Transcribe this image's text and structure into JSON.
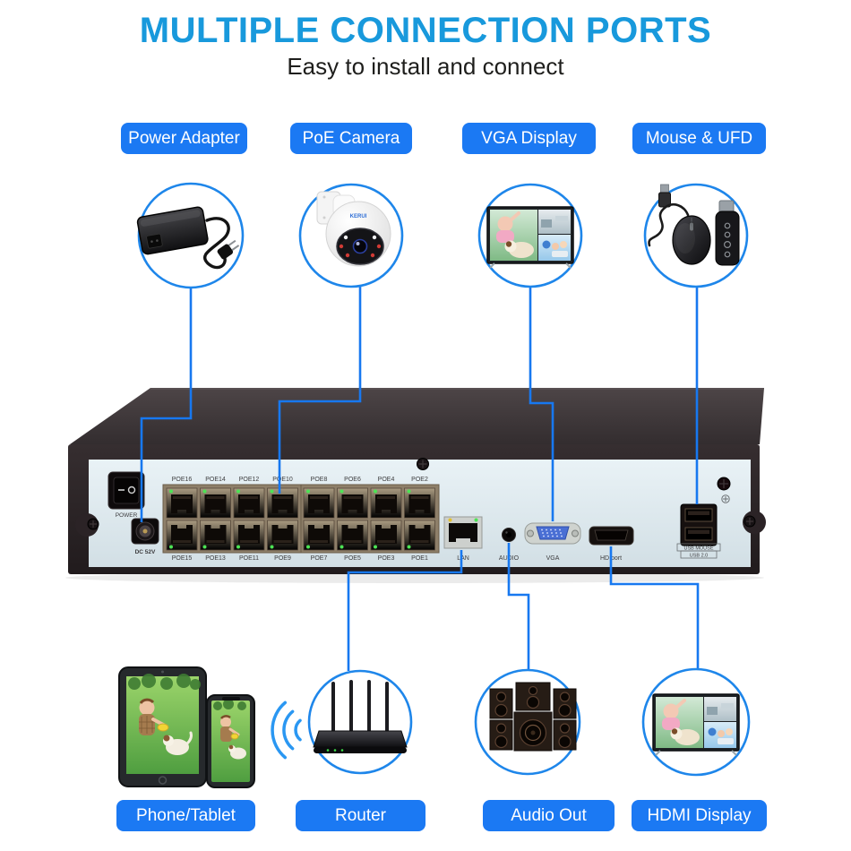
{
  "header": {
    "title": "MULTIPLE CONNECTION PORTS",
    "subtitle": "Easy to install and connect"
  },
  "colors": {
    "title_blue": "#1899dc",
    "button_blue": "#1b79f3",
    "line_blue": "#1778f0",
    "circle_blue": "#1e86ea",
    "panel_gray": "#dfe9ee",
    "device_dark": "#2b2326",
    "led_green": "#46e04f",
    "vga_blue": "#4a6fd4"
  },
  "top_labels": [
    {
      "label": "Power Adapter"
    },
    {
      "label": "PoE Camera"
    },
    {
      "label": "VGA Display"
    },
    {
      "label": "Mouse & UFD"
    }
  ],
  "bottom_labels": [
    {
      "label": "Phone/Tablet"
    },
    {
      "label": "Router"
    },
    {
      "label": "Audio Out"
    },
    {
      "label": "HDMI Display"
    }
  ],
  "device": {
    "power_label": "POWER",
    "dc_label": "DC 52V",
    "poe_top_labels": [
      "POE16",
      "POE14",
      "POE12",
      "POE10",
      "POE8",
      "POE6",
      "POE4",
      "POE2"
    ],
    "poe_bottom_labels": [
      "POE15",
      "POE13",
      "POE11",
      "POE9",
      "POE7",
      "POE5",
      "POE3",
      "POE1"
    ],
    "lan_label": "LAN",
    "audio_label": "AUDIO",
    "vga_label": "VGA",
    "hdmi_label": "HD port",
    "usb_labels": [
      "USB MOUSE",
      "USB 2.0"
    ]
  },
  "icons": {
    "camera_brand": "KERUI"
  }
}
